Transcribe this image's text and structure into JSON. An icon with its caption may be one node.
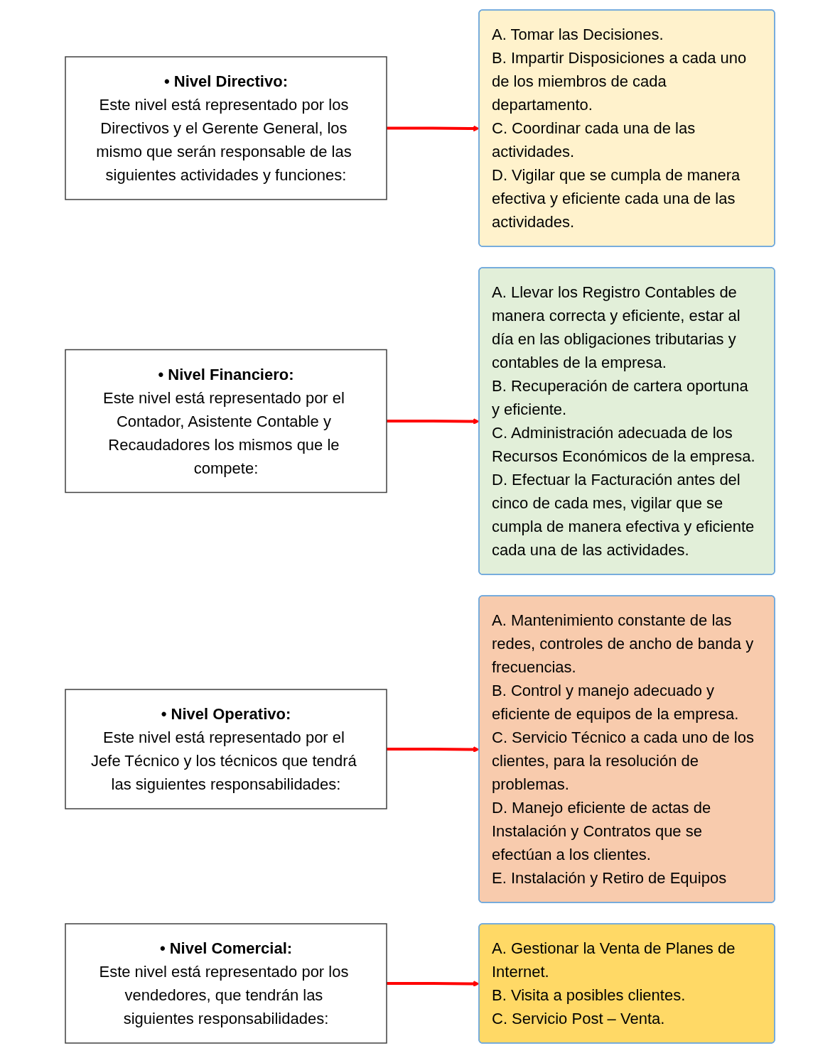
{
  "diagram": {
    "nodes": [
      {
        "text": [
          "• Nivel Directivo:",
          "Este nivel está representado por los Directivos y el Gerente General, los mismo que serán responsable de las siguientes actividades y funciones:"
        ]
      },
      {
        "text": [
          "A. Tomar las Decisiones.",
          "B. Impartir Disposiciones a cada uno de los miembros de cada departamento.",
          "C. Coordinar cada una de las actividades.",
          "D. Vigilar que se cumpla de manera efectiva y eficiente cada una de las actividades."
        ]
      },
      {
        "text": [
          "• Nivel Financiero:",
          "Este nivel está representado por el Contador, Asistente Contable y Recaudadores los mismos que le compete:"
        ]
      },
      {
        "text": [
          "A. Llevar los Registro Contables de manera correcta y eficiente, estar al día en las obligaciones tributarias y contables de la empresa.",
          "B. Recuperación de cartera oportuna y eficiente.",
          "C. Administración adecuada de los Recursos Económicos de la empresa.",
          "D. Efectuar la Facturación antes del cinco de cada mes, vigilar que se cumpla de manera efectiva y eficiente cada una de las actividades."
        ]
      },
      {
        "text": [
          "• Nivel Operativo:",
          "Este nivel está representado por el Jefe Técnico y los técnicos que tendrá las siguientes responsabilidades:"
        ]
      },
      {
        "text": [
          "A. Mantenimiento constante de las redes, controles de ancho de banda y frecuencias.",
          "B. Control y manejo adecuado y eficiente de equipos de la empresa.",
          "C. Servicio Técnico a cada uno de los clientes, para la resolución de problemas.",
          "D. Manejo eficiente de actas de Instalación y Contratos que se efectúan a los clientes.",
          "E. Instalación y Retiro de Equipos"
        ]
      },
      {
        "text": [
          "• Nivel Comercial:",
          "Este nivel está representado por los vendedores, que tendrán las siguientes responsabilidades:"
        ]
      },
      {
        "text": [
          "A. Gestionar la Venta de Planes de Internet.",
          "B. Visita a posibles clientes.",
          "C. Servicio Post – Venta."
        ]
      }
    ],
    "edges": [
      {
        "from": 0,
        "to": 1,
        "arrow": "to"
      },
      {
        "from": 2,
        "to": 3,
        "arrow": "to"
      },
      {
        "from": 4,
        "to": 5,
        "arrow": "to"
      },
      {
        "from": 6,
        "to": 7,
        "arrow": "to"
      }
    ]
  }
}
